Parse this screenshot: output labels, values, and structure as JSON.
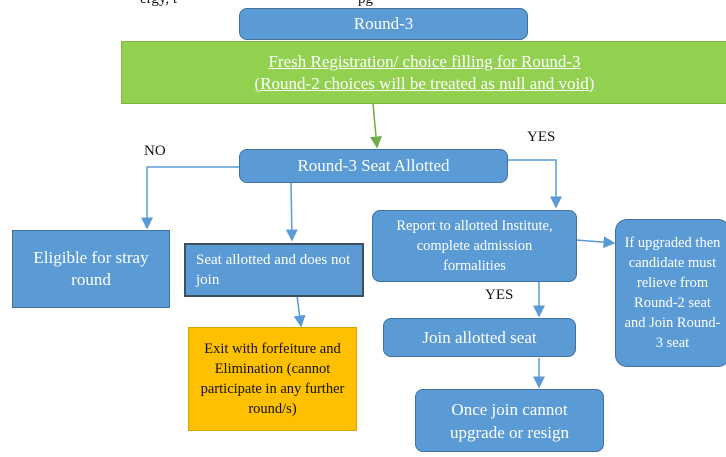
{
  "top_fragment": "ergy, t",
  "top_fragment2": "pg",
  "nodes": {
    "round": "Round-3",
    "fresh_line1": "Fresh Registration/ choice filling for Round-3",
    "fresh_line2": "(Round-2 choices will be treated as null and void)",
    "seat_allotted": "Round-3 Seat Allotted",
    "eligible": "Eligible for stray round",
    "not_join": "Seat allotted and does not join",
    "exit": "Exit with forfeiture and Elimination (cannot participate in any further round/s)",
    "report": "Report to allotted Institute, complete admission formalities",
    "join": "Join allotted seat",
    "once_join": "Once join cannot upgrade or resign",
    "upgraded": "If upgraded then candidate must relieve from Round-2 seat and Join Round-3 seat"
  },
  "labels": {
    "no": "NO",
    "yes_top": "YES",
    "yes_mid": "YES"
  },
  "colors": {
    "blue": "#5b9bd5",
    "green": "#92d050",
    "orange": "#ffc000",
    "arrow": "#5b9bd5",
    "green_arrow": "#70ad47"
  }
}
